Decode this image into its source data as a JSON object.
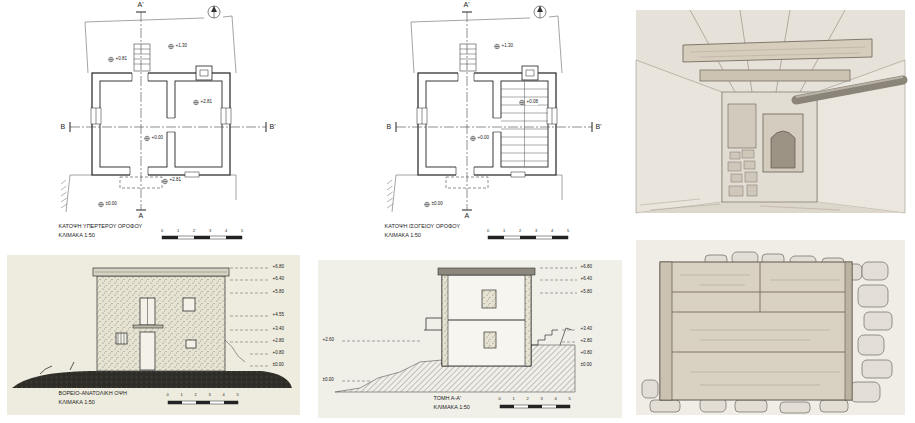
{
  "diagram": {
    "labels": [
      "Α'",
      "Α",
      "Β",
      "Β'",
      "+1.30",
      "+0.81",
      "+2.81",
      "+0.00",
      "+2.81",
      "±0.00",
      "ΚΑΤΟΨΗ ΥΠΕΡΤΕΡΟΥ ΟΡΟΦΟΥ",
      "ΚΛΙΜΑΚΑ 1:50",
      "0",
      "1",
      "2",
      "3",
      "4",
      "5",
      "Α'",
      "Α",
      "Β",
      "Β'",
      "+1.30",
      "+0.08",
      "+0.00",
      "±0.00",
      "ΚΑΤΟΨΗ ΙΣΟΓΕΙΟΥ ΟΡΟΦΟΥ",
      "ΚΛΙΜΑΚΑ 1:50",
      "0",
      "1",
      "2",
      "3",
      "4",
      "5",
      "ΒΟΡΕΙΟ-ΑΝΑΤΟΛΙΚΗ ΟΨΗ",
      "ΚΛΙΜΑΚΑ 1:50",
      "0",
      "1",
      "2",
      "3",
      "4",
      "5",
      "+6.80",
      "+6.40",
      "+5.80",
      "+4.55",
      "+3.40",
      "+2.80",
      "+0.80",
      "±0.00",
      "ΤΟΜΗ Α-Α'",
      "ΚΛΙΜΑΚΑ 1:50",
      "0",
      "1",
      "2",
      "3",
      "4",
      "5",
      "+6.80",
      "+6.40",
      "+5.80",
      "+3.40",
      "+2.80",
      "+0.80",
      "±0.00",
      "+2.60",
      "±0.00"
    ]
  }
}
